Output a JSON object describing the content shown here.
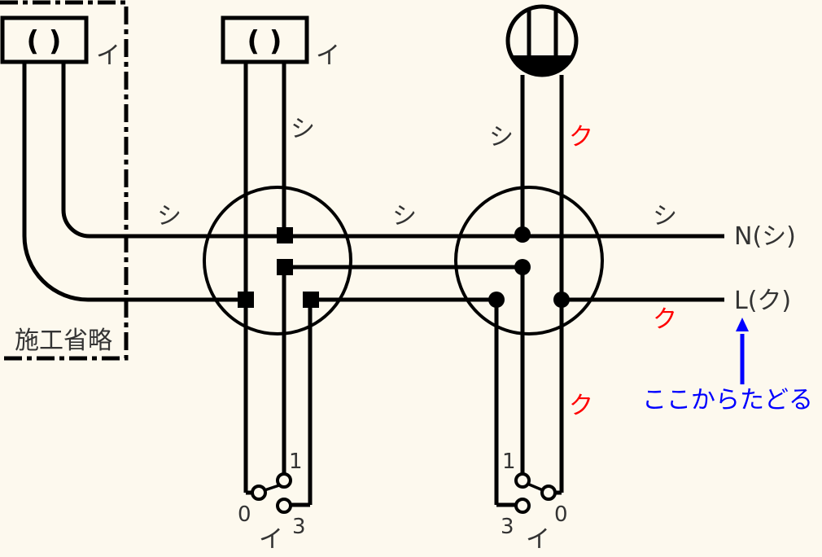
{
  "colors": {
    "background": "#fdf9ee",
    "wire": "#000000",
    "label_text": "#333333",
    "red_label": "#ff0000",
    "blue_annotation": "#0000ff"
  },
  "omitted_area": {
    "label": "施工省略"
  },
  "lights": [
    {
      "id": "light-left",
      "symbol": "( )",
      "label": "イ"
    },
    {
      "id": "light-middle",
      "symbol": "( )",
      "label": "イ"
    },
    {
      "id": "outlet-right",
      "symbol": "ceiling-outlet"
    }
  ],
  "wire_labels": {
    "left_horizontal": "シ",
    "middle_vertical": "シ",
    "middle_horizontal": "シ",
    "right_vertical_left": "シ",
    "right_vertical_right": "ク",
    "right_horizontal_top": "シ",
    "right_horizontal_bottom": "ク",
    "right_switch_drop": "ク"
  },
  "terminals": {
    "neutral": "N(シ)",
    "live": "L(ク)"
  },
  "annotation": {
    "text": "ここからたどる",
    "arrow": "up-arrow"
  },
  "switches": [
    {
      "id": "switch-left",
      "label": "イ",
      "terminals": {
        "one": "1",
        "zero": "0",
        "three": "3"
      }
    },
    {
      "id": "switch-right",
      "label": "イ",
      "terminals": {
        "one": "1",
        "zero": "0",
        "three": "3"
      }
    }
  ],
  "junction_boxes": [
    {
      "id": "junction-left",
      "connector_type": "square"
    },
    {
      "id": "junction-right",
      "connector_type": "circle"
    }
  ]
}
